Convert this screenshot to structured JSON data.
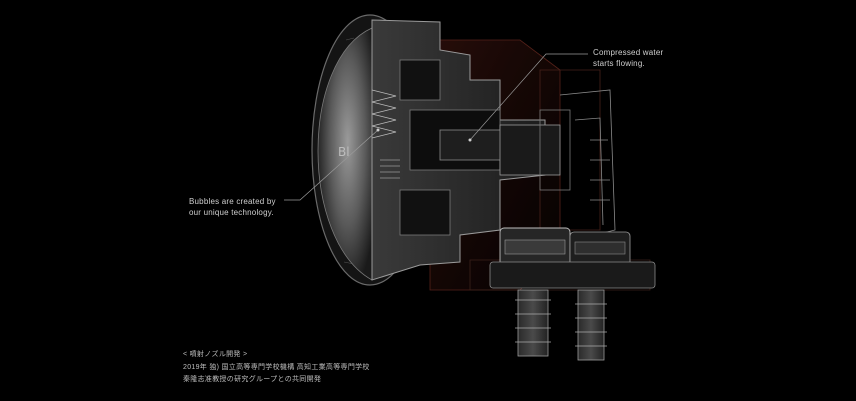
{
  "callouts": {
    "compressed_water": {
      "line1": "Compressed water",
      "line2": "starts flowing."
    },
    "bubbles": {
      "line1": "Bubbles are created by",
      "line2": "our unique technology."
    }
  },
  "credits": {
    "title": "< 噴射ノズル開発 >",
    "line1": "2019年 独) 国立高等専門学校機構 高知工業高等専門学校",
    "line2": "秦隆志准教授の研究グループとの共同開発"
  },
  "colors": {
    "background": "#000000",
    "text": "#cfcfcf",
    "leader_line": "#9a9a9a"
  }
}
